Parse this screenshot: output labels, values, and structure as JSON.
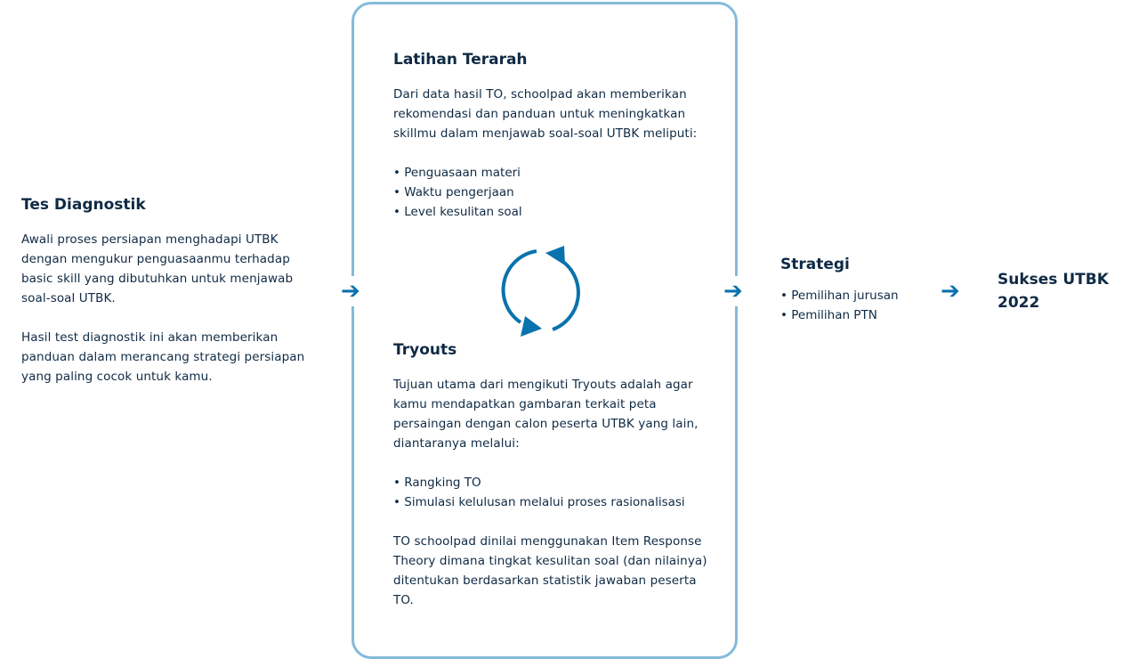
{
  "diagnostic": {
    "title": "Tes Diagnostik",
    "p1": "Awali proses persiapan menghadapi UTBK dengan mengukur penguasaanmu terhadap basic skill yang dibutuhkan untuk menjawab soal-soal UTBK.",
    "p2": "Hasil test diagnostik ini akan memberikan panduan dalam merancang strategi persiapan yang paling cocok untuk kamu."
  },
  "latihan": {
    "title": "Latihan Terarah",
    "p": "Dari data hasil TO, schoolpad akan memberikan rekomendasi dan panduan untuk meningkatkan skillmu dalam menjawab soal-soal UTBK meliputi:",
    "items": [
      "Penguasaan  materi",
      "Waktu pengerjaan",
      "Level kesulitan soal"
    ]
  },
  "tryouts": {
    "title": "Tryouts",
    "p1": "Tujuan utama dari mengikuti Tryouts adalah agar kamu mendapatkan gambaran terkait peta persaingan dengan calon peserta UTBK yang lain, diantaranya melalui:",
    "items": [
      "Rangking TO",
      "Simulasi kelulusan melalui proses rasionalisasi"
    ],
    "p2": "TO schoolpad dinilai menggunakan Item Response Theory dimana tingkat kesulitan soal (dan nilainya) ditentukan berdasarkan statistik jawaban peserta TO."
  },
  "strategi": {
    "title": "Strategi",
    "items": [
      "Pemilihan jurusan",
      "Pemilihan PTN"
    ]
  },
  "sukses": {
    "title": "Sukses UTBK 2022"
  },
  "colors": {
    "accent": "#0a72ad",
    "border": "#84bada",
    "text": "#0f2a44"
  }
}
